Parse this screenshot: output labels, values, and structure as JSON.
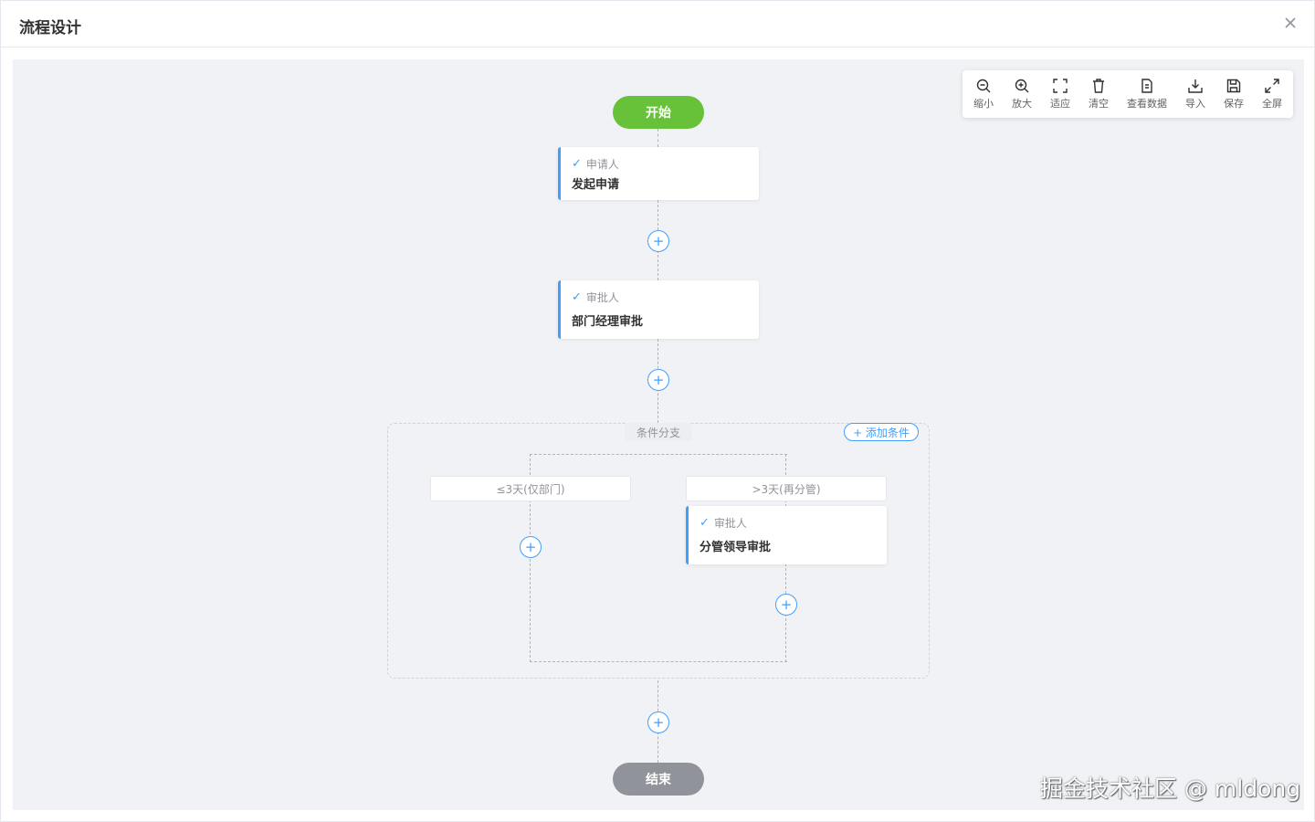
{
  "dialog": {
    "title": "流程设计",
    "close_icon": "close-icon"
  },
  "toolbar": {
    "items": [
      {
        "label": "缩小",
        "icon": "zoom-out-icon"
      },
      {
        "label": "放大",
        "icon": "zoom-in-icon"
      },
      {
        "label": "适应",
        "icon": "fit-screen-icon"
      },
      {
        "label": "清空",
        "icon": "trash-icon"
      },
      {
        "label": "查看数据",
        "icon": "document-icon"
      },
      {
        "label": "导入",
        "icon": "download-icon"
      },
      {
        "label": "保存",
        "icon": "save-icon"
      },
      {
        "label": "全屏",
        "icon": "expand-icon"
      }
    ]
  },
  "flow": {
    "start_label": "开始",
    "end_label": "结束",
    "nodes": [
      {
        "type": "申请人",
        "title": "发起申请"
      },
      {
        "type": "审批人",
        "title": "部门经理审批"
      },
      {
        "type": "审批人",
        "title": "分管领导审批"
      }
    ],
    "branch": {
      "label": "条件分支",
      "add_condition": "+ 添加条件",
      "conditions": [
        "≤3天(仅部门)",
        ">3天(再分管)"
      ]
    },
    "add_symbol": "+",
    "check_symbol": "✓"
  },
  "colors": {
    "start": "#67c23a",
    "end": "#909399",
    "accent": "#409eff",
    "canvas": "#f0f2f5"
  },
  "watermark": "掘金技术社区 @ mldong"
}
